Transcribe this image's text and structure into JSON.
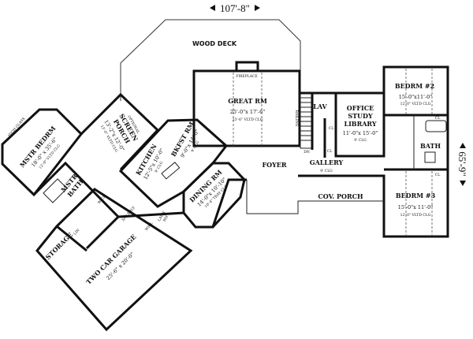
{
  "dimensions": {
    "width": "107'-8\"",
    "depth": "65'-9\""
  },
  "outdoor": {
    "wood_deck": "WOOD DECK",
    "cov_porch": "COV. PORCH"
  },
  "rooms": {
    "great_rm": {
      "name": "GREAT RM",
      "size": "25'-0\"x 17'-6\"",
      "ceiling": "23'-6\" VLTD CLG",
      "fireplace": "FIREPLACE",
      "railing": "RAILING"
    },
    "lav": {
      "name": "LAV"
    },
    "office": {
      "line1": "OFFICE",
      "line2": "STUDY",
      "line3": "LIBRARY",
      "size": "11'-0\"x 15'-0\"",
      "ceiling": "9' CLG"
    },
    "bedrm2": {
      "name": "BEDRM #2",
      "size": "15'-0\"x11'-0\"",
      "ceiling": "12'-0\" VLTD CLG"
    },
    "bedrm3": {
      "name": "BEDRM #3",
      "size": "15'-0\"x 11'-0\"",
      "ceiling": "12'-0\" VLTD CLG"
    },
    "bath": {
      "name": "BATH",
      "cl_top": "CL",
      "cl_bottom": "CL"
    },
    "foyer": {
      "name": "FOYER",
      "dn": "DN"
    },
    "gallery": {
      "name": "GALLERY",
      "ceiling": "9' CLG",
      "cl1": "CL",
      "cl2": "CL"
    },
    "mstr_bedrm": {
      "name": "MSTR BEDRM",
      "size": "18'-0\" x 35'-6\"",
      "ceiling": "12'-0\" VLTD CLG",
      "high_glass": "HIGH GLASS"
    },
    "screen_porch": {
      "optional": "OPTIONAL",
      "line1": "SCREEN",
      "line2": "PORCH",
      "size": "13'-2\"x 12'-0\"",
      "ceiling": "13'-0\" VLTD CLG"
    },
    "kitchen": {
      "name": "KITCHEN",
      "size": "12'-5\"x 10'-0\"",
      "ceiling": "9' CLG"
    },
    "bkfst": {
      "name": "BKFST RM",
      "size": "9'-0\"x 14'-0\"",
      "ceiling": "9' CLG"
    },
    "dining": {
      "name": "DINING RM",
      "size": "14'-0\"x 10'-10\"",
      "ceiling": "10'-4\" TRAY CLG"
    },
    "mstr_bath": {
      "line1": "MSTR",
      "line2": "BATH",
      "wicl": "WICL",
      "lin": "LIN"
    },
    "laun": {
      "line1": "LAUN",
      "line2": "RM",
      "wicl": "WICL",
      "spt_shlv": "SPT SHLV"
    },
    "storage": {
      "name": "STORAGE"
    },
    "garage": {
      "name": "TWO CAR GARAGE",
      "size": "25'-6\" x 20'-0\""
    }
  }
}
